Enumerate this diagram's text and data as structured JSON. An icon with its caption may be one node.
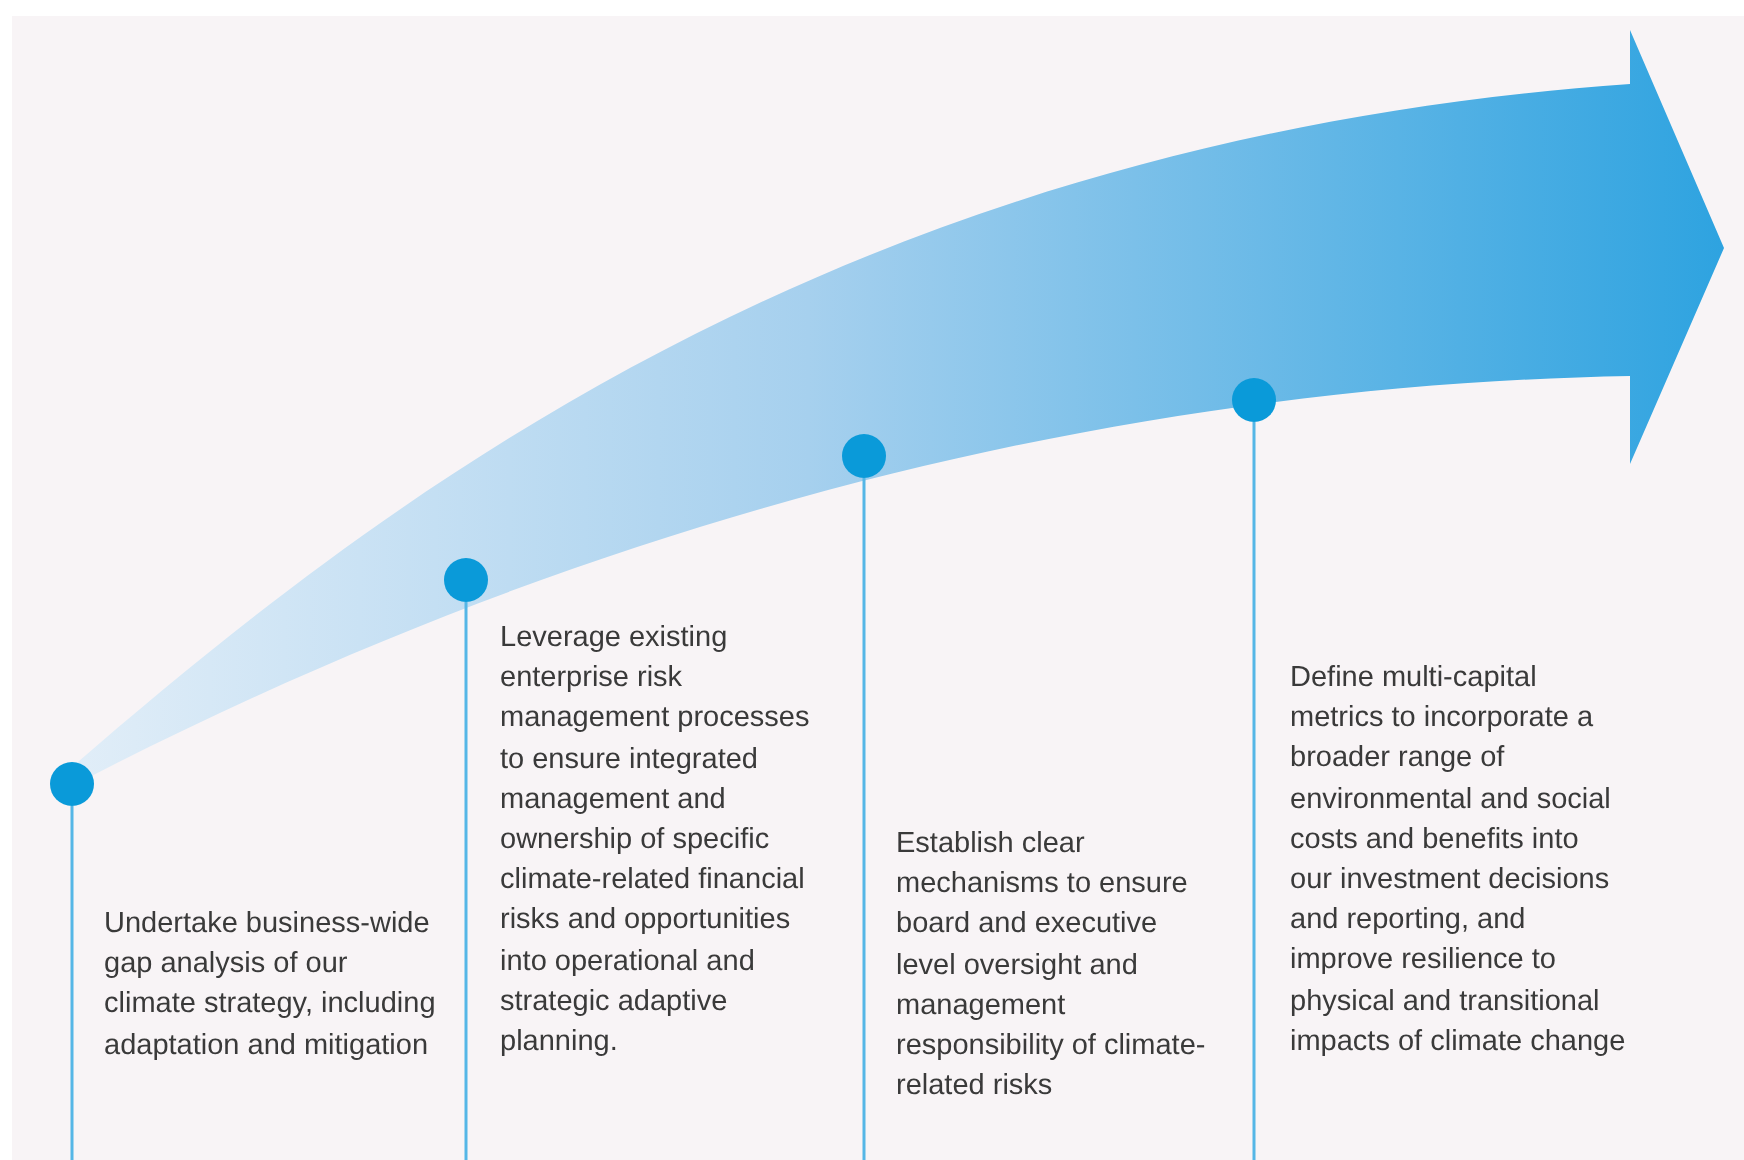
{
  "diagram": {
    "nodes": [
      {
        "text": [
          "Undertake business-wide gap analysis of our climate strategy, including adaptation and mitigation"
        ]
      },
      {
        "text": [
          "Leverage existing enterprise risk management processes to ensure integrated management and ownership of specific climate-related financial risks and opportunities into operational and strategic adaptive planning."
        ]
      },
      {
        "text": [
          "Establish clear mechanisms to ensure board and executive level oversight and management responsibility of climate-related risks"
        ]
      },
      {
        "text": [
          "Define multi-capital metrics to incorporate a broader range of environmental and social costs and benefits into our investment decisions and reporting, and improve resilience to physical and transitional impacts of climate change"
        ]
      }
    ]
  }
}
